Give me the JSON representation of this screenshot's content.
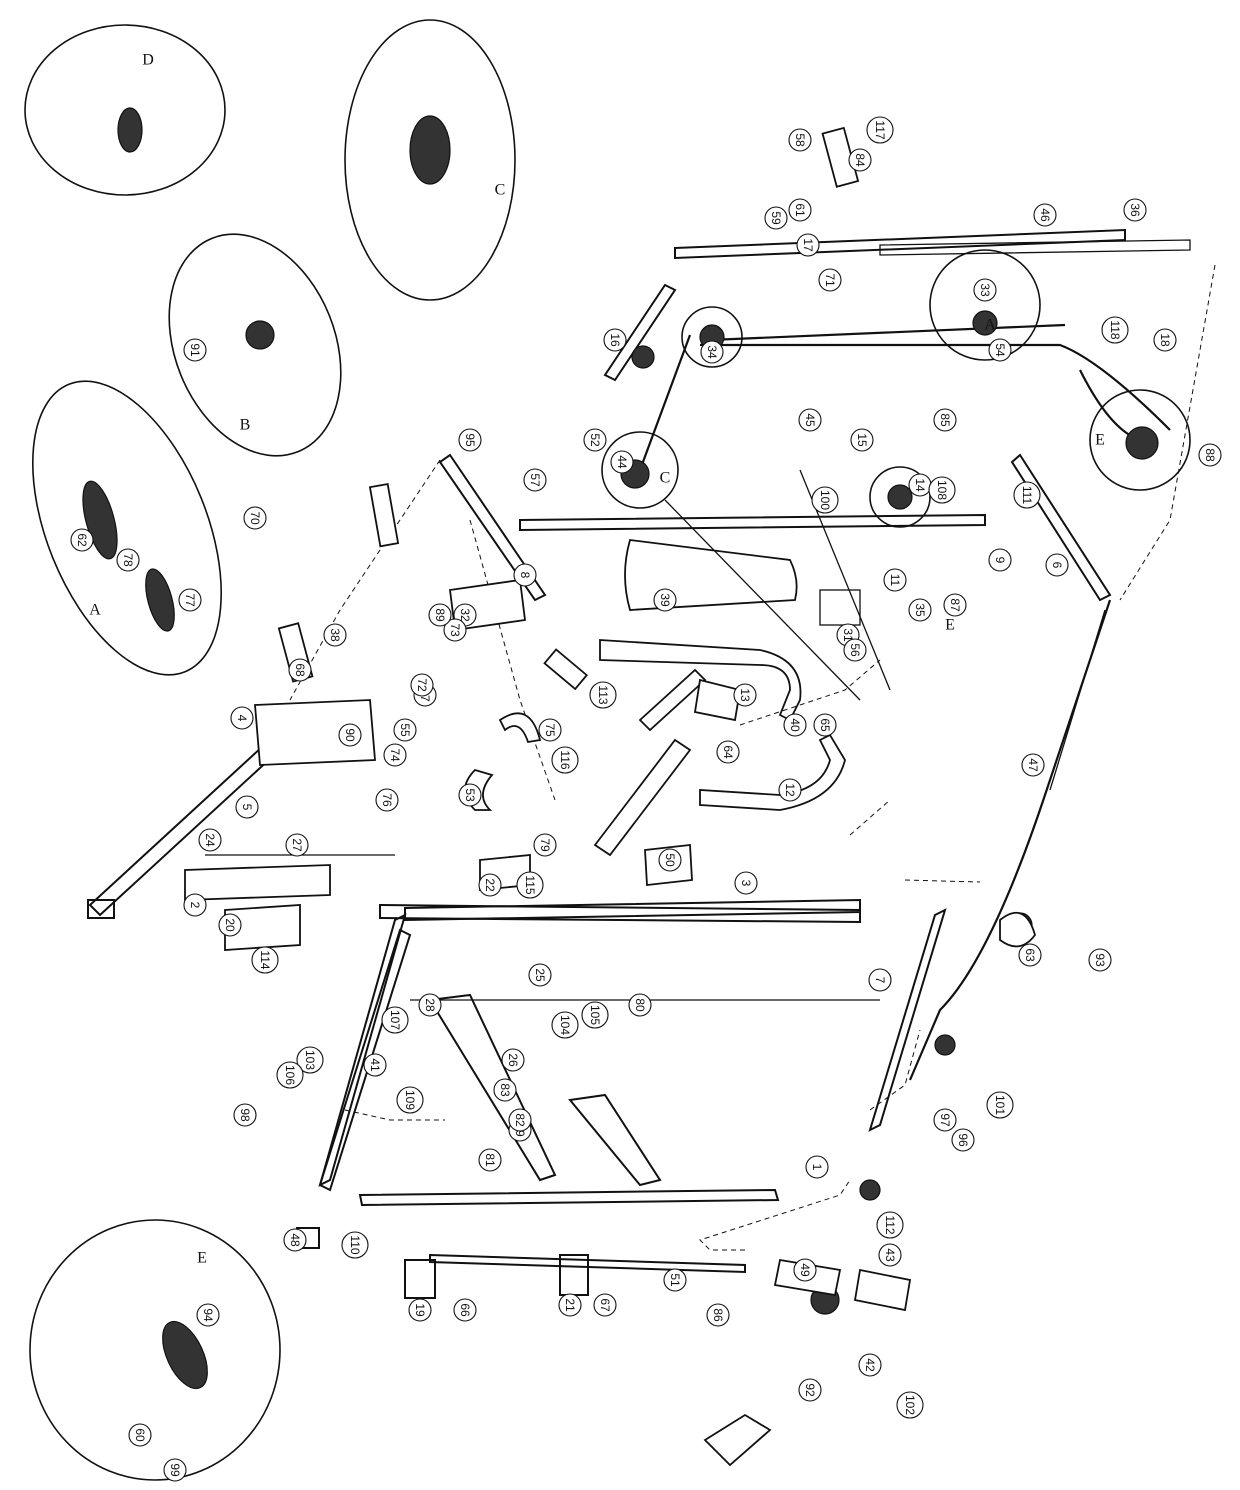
{
  "diagram": {
    "detail_labels": [
      "A",
      "B",
      "C",
      "D",
      "E"
    ],
    "part_numbers": [
      "1",
      "2",
      "3",
      "4",
      "5",
      "6",
      "7",
      "8",
      "9",
      "11",
      "12",
      "13",
      "14",
      "15",
      "16",
      "17",
      "18",
      "19",
      "20",
      "21",
      "22",
      "24",
      "25",
      "26",
      "27",
      "28",
      "29",
      "31",
      "32",
      "33",
      "34",
      "35",
      "36",
      "37",
      "38",
      "39",
      "40",
      "41",
      "42",
      "43",
      "44",
      "45",
      "46",
      "47",
      "48",
      "49",
      "50",
      "51",
      "52",
      "53",
      "54",
      "55",
      "56",
      "57",
      "58",
      "59",
      "60",
      "61",
      "62",
      "63",
      "64",
      "65",
      "66",
      "67",
      "68",
      "70",
      "71",
      "72",
      "73",
      "74",
      "75",
      "76",
      "77",
      "78",
      "79",
      "80",
      "81",
      "82",
      "83",
      "84",
      "85",
      "86",
      "87",
      "88",
      "89",
      "90",
      "91",
      "92",
      "93",
      "94",
      "95",
      "96",
      "97",
      "98",
      "99",
      "100",
      "101",
      "102",
      "103",
      "104",
      "105",
      "106",
      "107",
      "108",
      "109",
      "110",
      "111",
      "112",
      "113",
      "114",
      "115",
      "116",
      "117",
      "118"
    ]
  }
}
